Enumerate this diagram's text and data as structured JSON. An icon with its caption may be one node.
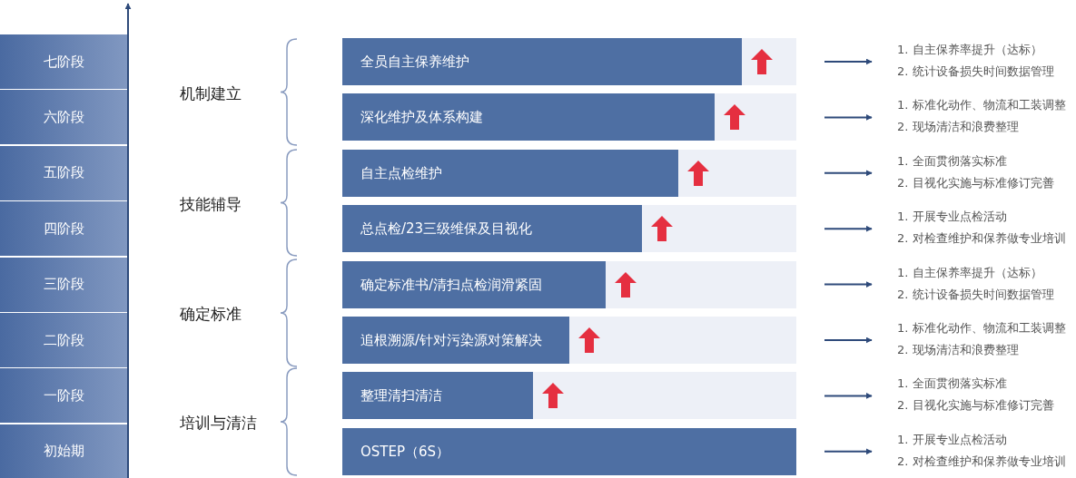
{
  "diagram": {
    "nodes": [
      {
        "text": [
          "七阶段"
        ]
      },
      {
        "text": [
          "六阶段"
        ]
      },
      {
        "text": [
          "五阶段"
        ]
      },
      {
        "text": [
          "四阶段"
        ]
      },
      {
        "text": [
          "三阶段"
        ]
      },
      {
        "text": [
          "二阶段"
        ]
      },
      {
        "text": [
          "一阶段"
        ]
      },
      {
        "text": [
          "初始期"
        ]
      },
      {
        "text": [
          "全员自主保养维护"
        ]
      },
      {
        "text": [
          "深化维护及体系构建"
        ]
      },
      {
        "text": [
          "自主点检维护"
        ]
      },
      {
        "text": [
          "总点检/23三级维保及目视化"
        ]
      },
      {
        "text": [
          "确定标准书/清扫点检润滑紧固"
        ]
      },
      {
        "text": [
          "追根溯源/针对污染源对策解决"
        ]
      },
      {
        "text": [
          "整理清扫清洁"
        ]
      },
      {
        "text": [
          "OSTEP（6S）"
        ]
      },
      {
        "text": [
          "1. 自主保养率提升（达标）",
          "2. 统计设备损失时间数据管理"
        ]
      },
      {
        "text": [
          "1. 标准化动作、物流和工装调整",
          "2. 现场清洁和浪费整理"
        ]
      },
      {
        "text": [
          "1. 全面贯彻落实标准",
          "2. 目视化实施与标准修订完善"
        ]
      },
      {
        "text": [
          "1. 开展专业点检活动",
          "2. 对检查维护和保养做专业培训"
        ]
      },
      {
        "text": [
          "1. 自主保养率提升（达标）",
          "2. 统计设备损失时间数据管理"
        ]
      },
      {
        "text": [
          "1. 标准化动作、物流和工装调整",
          "2. 现场清洁和浪费整理"
        ]
      },
      {
        "text": [
          "1. 全面贯彻落实标准",
          "2. 目视化实施与标准修订完善"
        ]
      },
      {
        "text": [
          "1. 开展专业点检活动",
          "2. 对检查维护和保养做专业培训"
        ]
      }
    ],
    "edges": [
      {
        "from": 8,
        "to": 16,
        "arrow": "to"
      },
      {
        "from": 9,
        "to": 17,
        "arrow": "to"
      },
      {
        "from": 10,
        "to": 18,
        "arrow": "to"
      },
      {
        "from": 11,
        "to": 19,
        "arrow": "to"
      },
      {
        "from": 12,
        "to": 20,
        "arrow": "to"
      },
      {
        "from": 13,
        "to": 21,
        "arrow": "to"
      },
      {
        "from": 14,
        "to": 22,
        "arrow": "to"
      },
      {
        "from": 15,
        "to": 23,
        "arrow": "to"
      }
    ],
    "labels": [
      "机制建立",
      "技能辅导",
      "确定标准",
      "培训与清洁"
    ]
  }
}
